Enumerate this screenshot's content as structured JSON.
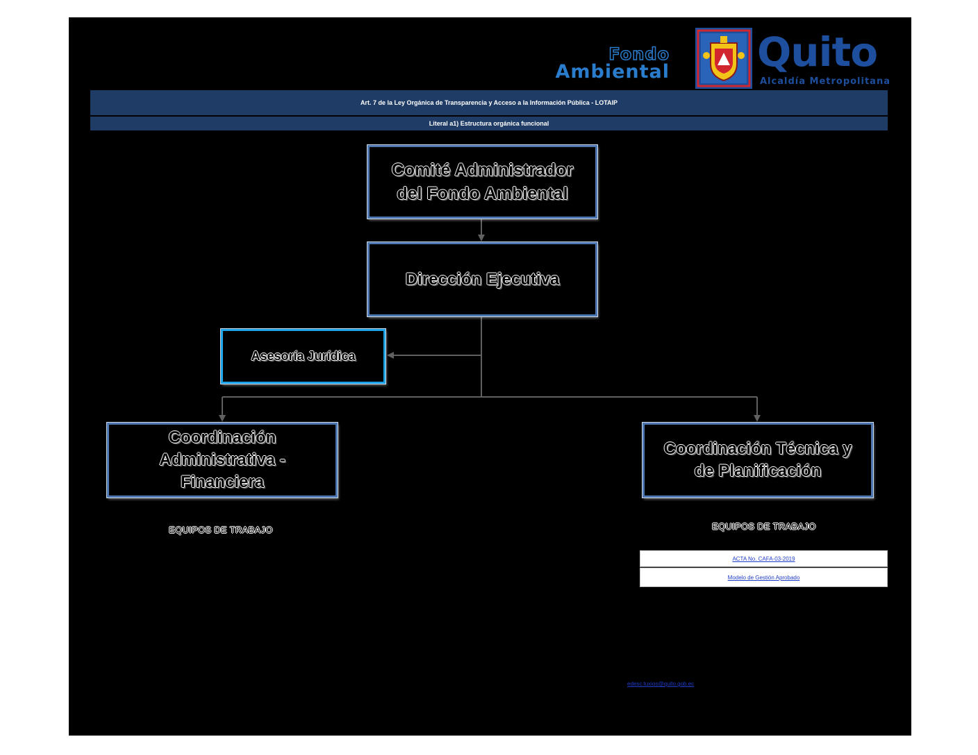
{
  "logo": {
    "fondo_line1": "Fondo",
    "fondo_line2": "Ambiental",
    "city": "Quito",
    "city_sub": "Alcaldía Metropolitana"
  },
  "header": {
    "band1": "Art. 7 de la Ley Orgánica de Transparencia y Acceso a la Información Pública - LOTAIP",
    "band2": "Literal a1) Estructura orgánica funcional"
  },
  "org": {
    "comite_line1": "Comité Administrador",
    "comite_line2": "del Fondo Ambiental",
    "direccion": "Dirección Ejecutiva",
    "asesoria": "Asesoría Jurídica",
    "coord_adm_line1": "Coordinación",
    "coord_adm_line2": "Administrativa -",
    "coord_adm_line3": "Financiera",
    "coord_tec_line1": "Coordinación Técnica y",
    "coord_tec_line2": "de Planificación"
  },
  "equipos_left": "EQUIPOS DE TRABAJO",
  "equipos_right": "EQUIPOS DE TRABAJO",
  "links": {
    "acta": "ACTA No. CAFA-03-2019",
    "modelo": "Modelo de Gestión Aprobado"
  },
  "email": "edesc.tuxios@quito.gob.ec",
  "colors": {
    "band": "#1f3c66",
    "node_border": "#4d77b0",
    "asesoria_border": "#1aa3e6",
    "brand_blue": "#1d4f9e",
    "link": "#1f3cc8"
  }
}
